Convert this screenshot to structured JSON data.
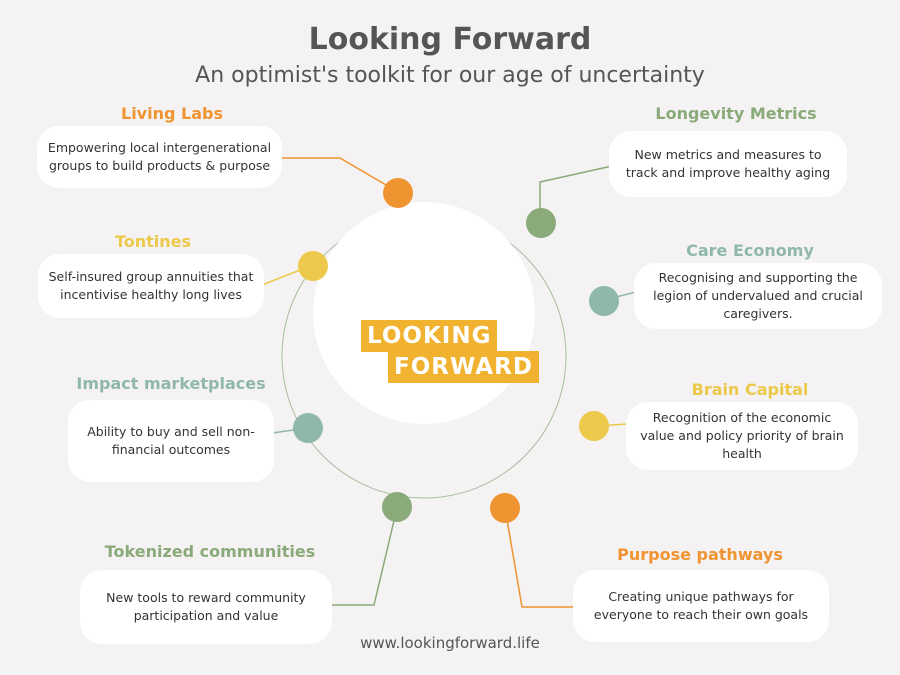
{
  "header": {
    "title": "Looking Forward",
    "subtitle": "An optimist's toolkit for our age of uncertainty"
  },
  "logo": {
    "line1": "LOOKING",
    "line2": "FORWARD"
  },
  "colors": {
    "orange": "#ef9430",
    "green": "#8aaa7a",
    "yellow": "#ecc94a",
    "teal": "#8fb8ab",
    "text": "#555555",
    "logo": "#f0b22f"
  },
  "pillars": [
    {
      "id": "living-labs",
      "title": "Living Labs",
      "description": "Empowering local intergenerational groups to build products & purpose",
      "color": "#ef9430"
    },
    {
      "id": "longevity-metrics",
      "title": "Longevity Metrics",
      "description": "New metrics and measures to track and improve healthy aging",
      "color": "#8aaa7a"
    },
    {
      "id": "tontines",
      "title": "Tontines",
      "description": "Self-insured group annuities that incentivise healthy long lives",
      "color": "#ecc94a"
    },
    {
      "id": "care-economy",
      "title": "Care Economy",
      "description": "Recognising and supporting the legion of undervalued and crucial caregivers.",
      "color": "#8fb8ab"
    },
    {
      "id": "impact-marketplaces",
      "title": "Impact marketplaces",
      "description": "Ability to buy and sell non-financial outcomes",
      "color": "#8fb8ab"
    },
    {
      "id": "brain-capital",
      "title": "Brain Capital",
      "description": "Recognition of the economic value and policy priority of brain health",
      "color": "#ecc94a"
    },
    {
      "id": "tokenized-communities",
      "title": "Tokenized communities",
      "description": "New tools to reward community participation and value",
      "color": "#8aaa7a"
    },
    {
      "id": "purpose-pathways",
      "title": "Purpose pathways",
      "description": "Creating unique pathways for everyone to reach their own goals",
      "color": "#ef9430"
    }
  ],
  "footer": {
    "url": "www.lookingforward.life"
  }
}
